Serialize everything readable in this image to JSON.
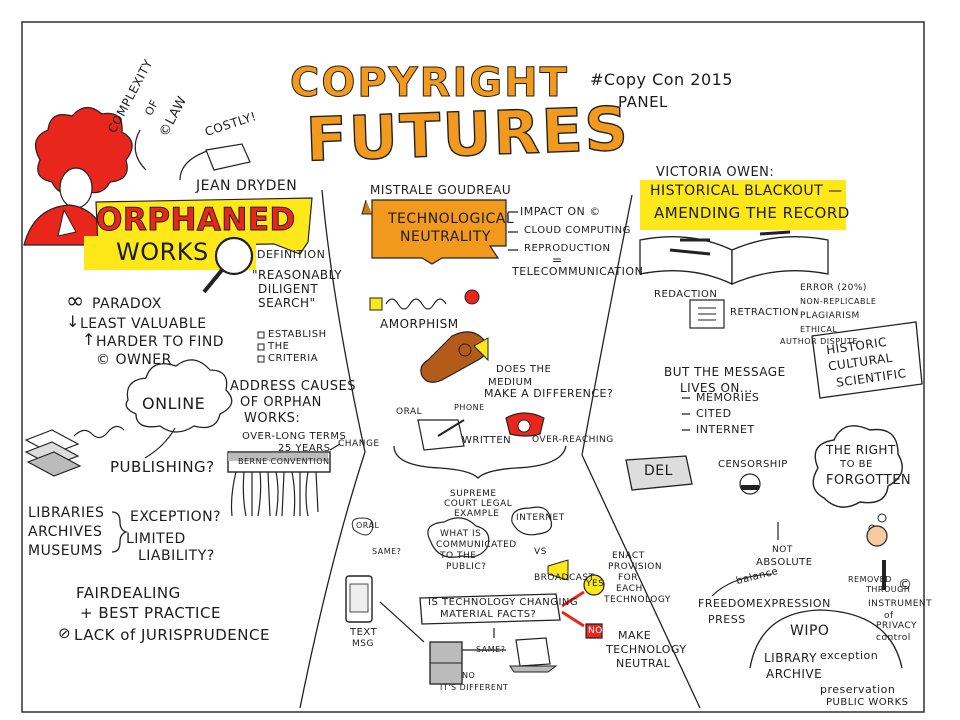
{
  "colors": {
    "yellow": "#ffe81a",
    "red": "#e8261b",
    "orange": "#f29a1d",
    "tan": "#d98a3a",
    "ink": "#1c1c1c"
  },
  "header": {
    "title_top": "COPYRIGHT",
    "title_main": "FUTURES",
    "hashtag": "#Copy Con 2015",
    "panel": "PANEL"
  },
  "left": {
    "complexity": "COMPLEXITY",
    "of": "OF",
    "law": "©LAW",
    "costly": "COSTLY!",
    "speaker": "JEAN DRYDEN",
    "orphaned": "ORPHANED",
    "works": "WORKS",
    "definition": "DEFINITION",
    "reasonably": "\"REASONABLY",
    "diligent": "DILIGENT",
    "search": "SEARCH\"",
    "establish": "ESTABLISH",
    "the": "THE",
    "criteria": "CRITERIA",
    "paradox": "PARADOX",
    "least_valuable": "LEAST VALUABLE",
    "harder": "HARDER TO FIND",
    "owner": "© OWNER",
    "address1": "ADDRESS CAUSES",
    "address2": "OF ORPHAN",
    "address3": "WORKS:",
    "overlong": "OVER-LONG TERMS",
    "years": "25 YEARS",
    "berne": "BERNE CONVENTION",
    "change": "CHANGE",
    "online": "ONLINE",
    "publishing": "PUBLISHING?",
    "libraries": "LIBRARIES",
    "archives": "ARCHIVES",
    "museums": "MUSEUMS",
    "exception": "EXCEPTION?",
    "limited": "LIMITED",
    "liability": "LIABILITY?",
    "fairdealing": "FAIRDEALING",
    "best_practice": "+ BEST PRACTICE",
    "lack": "LACK of JURISPRUDENCE"
  },
  "center": {
    "speaker": "MISTRALE GOUDREAU",
    "tech1": "TECHNOLOGICAL",
    "tech2": "NEUTRALITY",
    "impact": "IMPACT ON ©",
    "cloud": "CLOUD COMPUTING",
    "reproduction": "REPRODUCTION",
    "equals": "=",
    "telecom": "TELECOMMUNICATION",
    "amorphism": "AMORPHISM",
    "does": "DOES THE",
    "medium": "MEDIUM",
    "make": "MAKE A DIFFERENCE?",
    "oral": "ORAL",
    "phone": "PHONE",
    "written": "WRITTEN",
    "overreaching": "OVER-REACHING",
    "supreme1": "SUPREME",
    "supreme2": "COURT LEGAL",
    "supreme3": "EXAMPLE",
    "oral2": "ORAL",
    "same1": "SAME?",
    "what1": "WHAT IS",
    "what2": "COMMUNICATED",
    "what3": "TO THE",
    "what4": "PUBLIC?",
    "internet": "INTERNET",
    "vs": "VS",
    "broadcast": "BROADCAST",
    "question1": "IS TECHNOLOGY CHANGING",
    "question2": "MATERIAL FACTS?",
    "yes": "YES",
    "no": "NO",
    "enact1": "ENACT",
    "enact2": "PROVISION",
    "enact3": "FOR",
    "enact4": "EACH",
    "enact5": "TECHNOLOGY",
    "make_neutral1": "MAKE",
    "make_neutral2": "TECHNOLOGY",
    "make_neutral3": "NEUTRAL",
    "text_msg1": "TEXT",
    "text_msg2": "MSG",
    "same2": "SAME?",
    "no_diff1": "NO",
    "no_diff2": "IT'S DIFFERENT"
  },
  "right": {
    "speaker": "VICTORIA OWEN:",
    "blackout": "HISTORICAL BLACKOUT —",
    "amending": "AMENDING THE RECORD",
    "redaction": "REDACTION",
    "retraction": "RETRACTION",
    "error": "ERROR (20%)",
    "nonrep": "NON-REPLICABLE",
    "plagiarism": "PLAGIARISM",
    "ethical": "ETHICAL",
    "author": "AUTHOR DISPUTE",
    "historic1": "HISTORIC",
    "historic2": "CULTURAL",
    "historic3": "SCIENTIFIC",
    "but1": "BUT THE MESSAGE",
    "but2": "LIVES ON...",
    "memories": "MEMORIES",
    "cited": "CITED",
    "internet": "INTERNET",
    "del": "DEL",
    "censorship": "CENSORSHIP",
    "right1": "THE RIGHT",
    "right2": "TO BE",
    "right3": "FORGOTTEN",
    "not1": "NOT",
    "not2": "ABSOLUTE",
    "balance": "balance",
    "freedom": "FREEDOM",
    "press": "PRESS",
    "expression": "EXPRESSION",
    "removed1": "REMOVED",
    "removed2": "THROUGH",
    "instrument1": "INSTRUMENT",
    "instrument2": "of",
    "instrument3": "PRIVACY",
    "instrument4": "control",
    "wipo": "WIPO",
    "library": "LIBRARY",
    "archive": "ARCHIVE",
    "exception": "exception",
    "preservation": "preservation",
    "public_works": "PUBLIC WORKS"
  }
}
